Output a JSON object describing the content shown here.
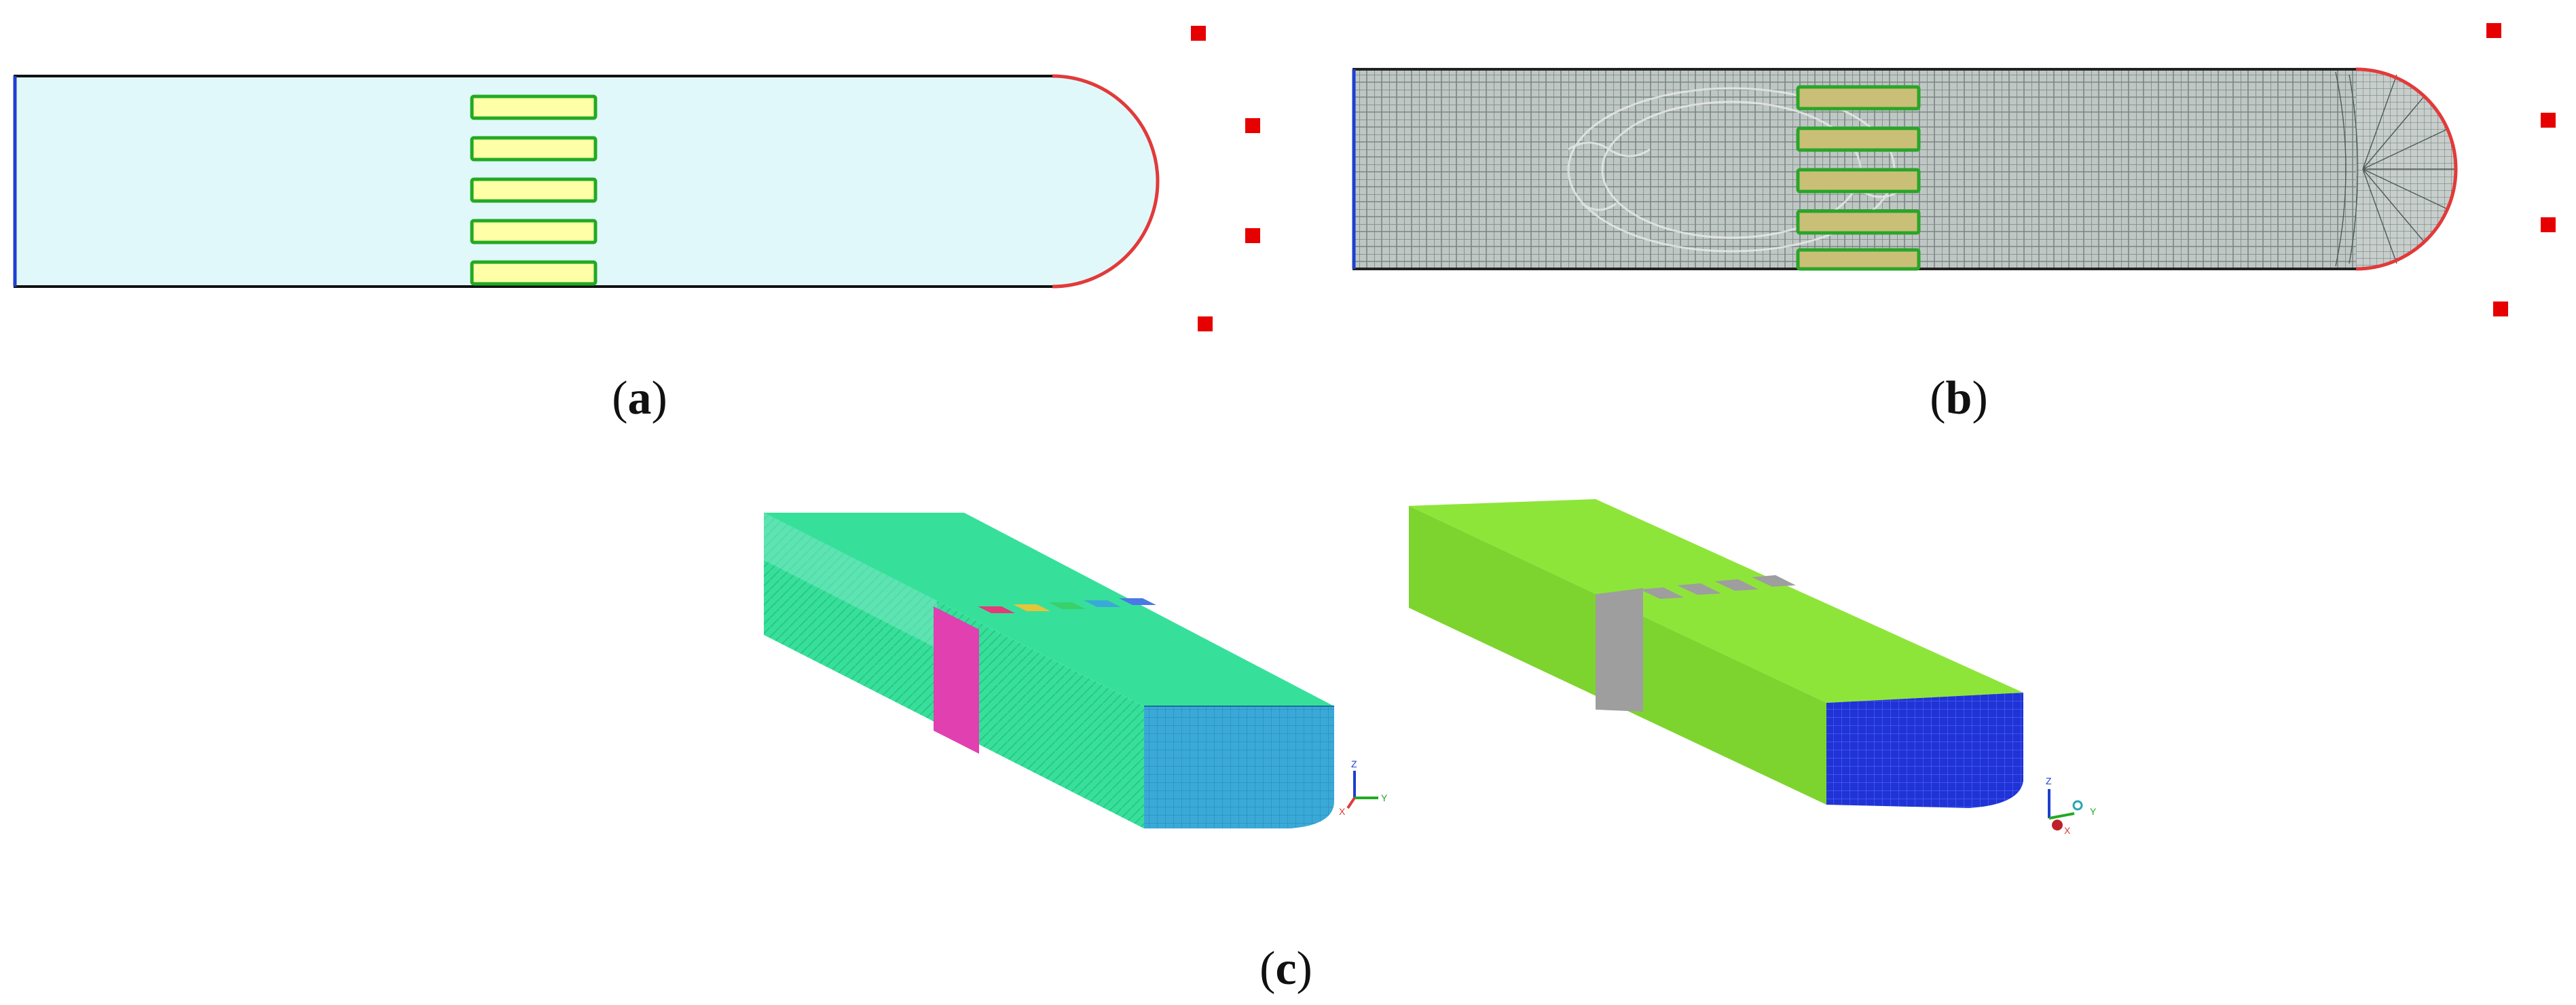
{
  "panels": {
    "a": {
      "label_open": "(",
      "label_letter": "a",
      "label_close": ")"
    },
    "b": {
      "label_open": "(",
      "label_letter": "b",
      "label_close": ")"
    },
    "c": {
      "label_open": "(",
      "label_letter": "c",
      "label_close": ")"
    }
  },
  "axes_triad_left": {
    "z": "Z",
    "x": "X",
    "y": "Y"
  },
  "axes_triad_right": {
    "z": "Z",
    "x": "X",
    "y": "Y"
  },
  "colors": {
    "fluid_domain": "#e0f8fa",
    "heater": "#ffffa8",
    "heater_outline": "#22aa22",
    "outlet_arc": "#e23a3a",
    "inlet_edge": "#1d3fd0",
    "probe_point": "#e60000",
    "mesh_fill": "#bfc7c4",
    "mesh_line": "#6f7a78",
    "domain3d_teal": "#36e09b",
    "domain3d_lime": "#8ee53a",
    "outlet_face_blue": "#1f33d6",
    "outlet_face_cyan": "#3aa9d8",
    "heater_face_magenta": "#e040b0",
    "heater_face_gray": "#9e9e9e"
  }
}
